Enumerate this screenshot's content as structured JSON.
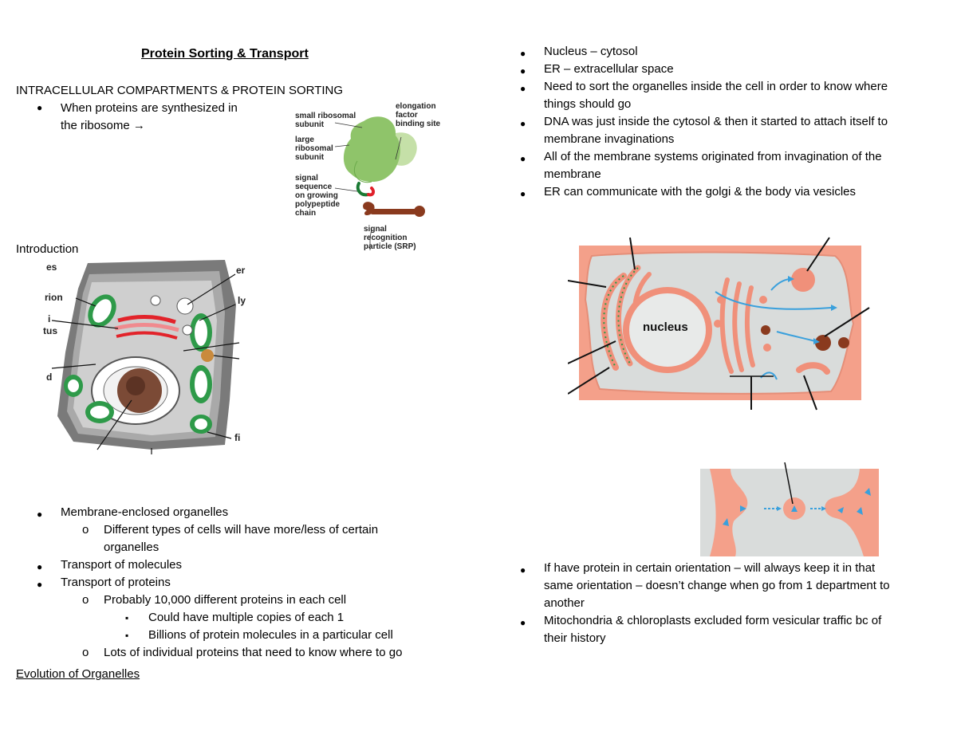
{
  "doc": {
    "title": "Protein Sorting & Transport",
    "section_heading": "INTRACELLULAR COMPARTMENTS & PROTEIN SORTING",
    "first_bullet_l1": "When proteins are synthesized in",
    "first_bullet_l2": "the ribosome →",
    "introduction": "Introduction",
    "evolution_heading": "Evolution of Organelles"
  },
  "ribosome_figure": {
    "small_subunit": [
      "small ribosomal",
      "subunit"
    ],
    "large_subunit": [
      "large",
      "ribosomal",
      "subunit"
    ],
    "signal_sequence": [
      "signal",
      "sequence",
      "on growing",
      "polypeptide",
      "chain"
    ],
    "elongation": [
      "elongation",
      "factor",
      "binding site"
    ],
    "srp": [
      "signal",
      "recognition",
      "particle (SRP)"
    ]
  },
  "cell_figure": {
    "cropped_labels": [
      "es",
      "rion",
      "i",
      "tus",
      "d",
      "er",
      "ly",
      "fi"
    ]
  },
  "left_list": [
    {
      "marker": "●",
      "indent": 0,
      "text": "Membrane-enclosed organelles"
    },
    {
      "marker": "o",
      "indent": 1,
      "text": "Different types of cells will have more/less of certain"
    },
    {
      "marker": "",
      "indent": 1,
      "text": "organelles"
    },
    {
      "marker": "●",
      "indent": 0,
      "text": "Transport of molecules"
    },
    {
      "marker": "●",
      "indent": 0,
      "text": "Transport of proteins"
    },
    {
      "marker": "o",
      "indent": 1,
      "text": "Probably 10,000 different proteins in each cell"
    },
    {
      "marker": "▪",
      "indent": 2,
      "text": "Could have multiple copies of each 1"
    },
    {
      "marker": "▪",
      "indent": 2,
      "text": "Billions of protein molecules in a particular cell"
    },
    {
      "marker": "o",
      "indent": 1,
      "text": "Lots of individual proteins that need to know where to go"
    }
  ],
  "right_list_top": [
    {
      "marker": "●",
      "text": "Nucleus – cytosol"
    },
    {
      "marker": "●",
      "text": "ER – extracellular space"
    },
    {
      "marker": "●",
      "text": "Need to sort the organelles inside the cell in order to know where"
    },
    {
      "marker": "",
      "text": "things should go"
    },
    {
      "marker": "●",
      "text": "DNA was just inside the cytosol & then it started to attach itself to"
    },
    {
      "marker": "",
      "text": "membrane invaginations"
    },
    {
      "marker": "●",
      "text": "All of the membrane systems originated from invagination of the"
    },
    {
      "marker": "",
      "text": "membrane"
    },
    {
      "marker": "●",
      "text": "ER can communicate with the golgi & the body via vesicles"
    }
  ],
  "nucleus_figure": {
    "label": "nucleus"
  },
  "right_list_bottom": [
    {
      "marker": "●",
      "text": "If have protein in certain orientation – will always keep it in that"
    },
    {
      "marker": "",
      "text": "same orientation – doesn’t change when go from 1 department to"
    },
    {
      "marker": "",
      "text": "another"
    },
    {
      "marker": "●",
      "text": "Mitochondria & chloroplasts excluded form vesicular traffic bc of"
    },
    {
      "marker": "",
      "text": "their history"
    }
  ],
  "colors": {
    "membrane_pink": "#f4a08a",
    "cytosol_gray": "#d9dcdb",
    "ribosome_green": "#8fc46a",
    "mito_green": "#2e9a49",
    "vesicle_blue": "#3aa0dc"
  }
}
